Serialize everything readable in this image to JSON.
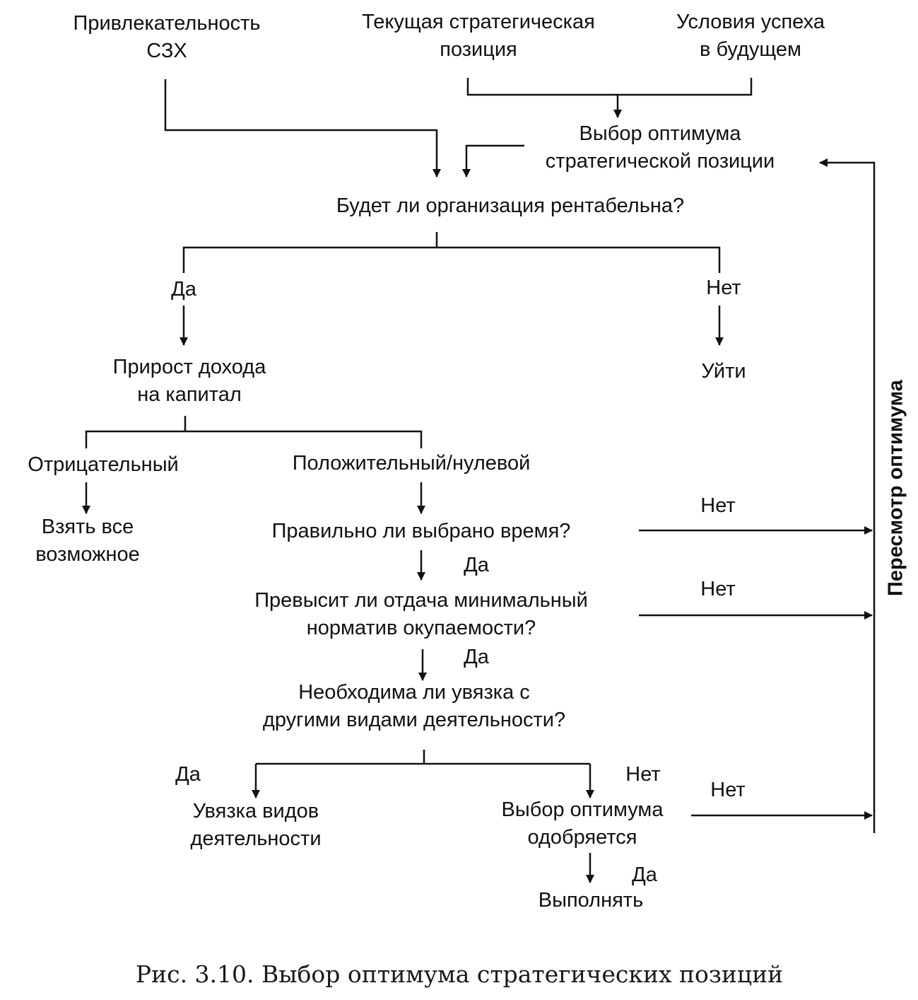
{
  "nodes": {
    "szx_attractiveness": [
      "Привлекательность",
      "СЗХ"
    ],
    "current_position": [
      "Текущая стратегическая",
      "позиция"
    ],
    "future_success": [
      "Условия успеха",
      "в будущем"
    ],
    "choose_optimum": [
      "Выбор оптимума",
      "стратегической позиции"
    ],
    "profitable_question": [
      "Будет ли организация рентабельна?"
    ],
    "yes_profitable": [
      "Да"
    ],
    "no_profitable": [
      "Нет"
    ],
    "leave": [
      "Уйти"
    ],
    "income_growth": [
      "Прирост дохода",
      "на капитал"
    ],
    "negative": [
      "Отрицательный"
    ],
    "positive_zero": [
      "Положительный/нулевой"
    ],
    "take_all": [
      "Взять все",
      "возможное"
    ],
    "timing_question": [
      "Правильно ли выбрано время?"
    ],
    "timing_no": [
      "Нет"
    ],
    "timing_yes": [
      "Да"
    ],
    "return_question": [
      "Превысит ли отдача минимальный",
      "норматив окупаемости?"
    ],
    "return_no": [
      "Нет"
    ],
    "return_yes": [
      "Да"
    ],
    "link_question": [
      "Необходима ли увязка с",
      "другими видами деятельности?"
    ],
    "link_yes": [
      "Да"
    ],
    "link_no": [
      "Нет"
    ],
    "link_activities": [
      "Увязка видов",
      "деятельности"
    ],
    "approved_question": [
      "Выбор оптимума",
      "одобряется"
    ],
    "approved_no": [
      "Нет"
    ],
    "approved_yes": [
      "Да"
    ],
    "execute": [
      "Выполнять"
    ]
  },
  "side_label": "Пересмотр оптимума",
  "caption": "Рис. 3.10. Выбор оптимума стратегических позиций"
}
